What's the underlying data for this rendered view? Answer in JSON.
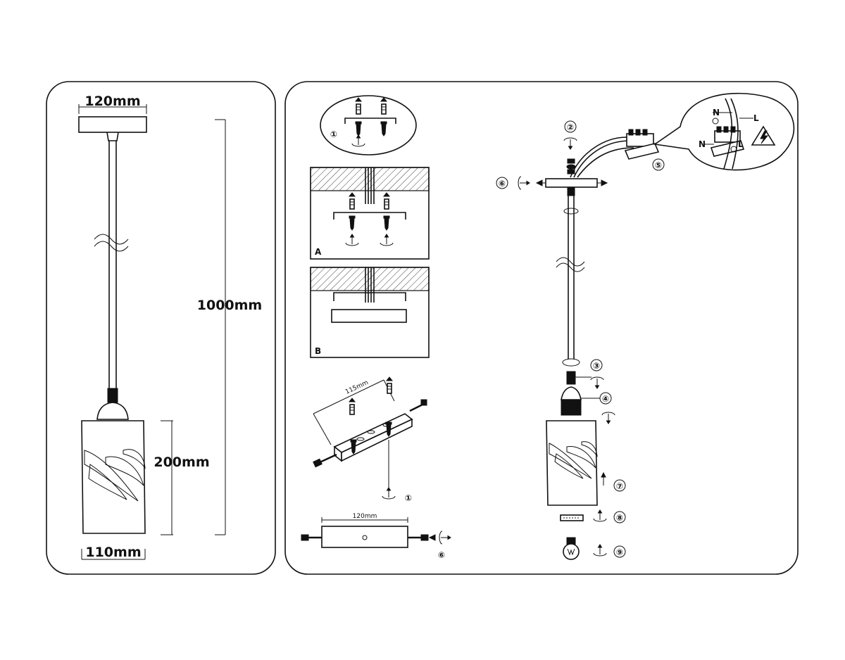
{
  "left_panel": {
    "dimensions": {
      "canopy_width": "120mm",
      "total_length": "1000mm",
      "shade_height": "200mm",
      "shade_width": "110mm"
    }
  },
  "middle_panel": {
    "callout_step": "①",
    "mount_labels": [
      "A",
      "B"
    ],
    "bracket_spacing": "115mm",
    "bracket_step": "①",
    "canopy_width": "120mm",
    "canopy_step": "⑥"
  },
  "right_panel": {
    "steps": [
      "①",
      "②",
      "③",
      "④",
      "⑤",
      "⑥",
      "⑦",
      "⑧",
      "⑨"
    ],
    "wire_labels": {
      "neutral_top": "N",
      "live_top": "L",
      "neutral_bottom": "N",
      "live_bottom": "L"
    }
  },
  "icons": [
    "warning-high-voltage-icon",
    "rotate-arrow-icon",
    "screw-icon",
    "anchor-icon",
    "bulb-icon"
  ]
}
